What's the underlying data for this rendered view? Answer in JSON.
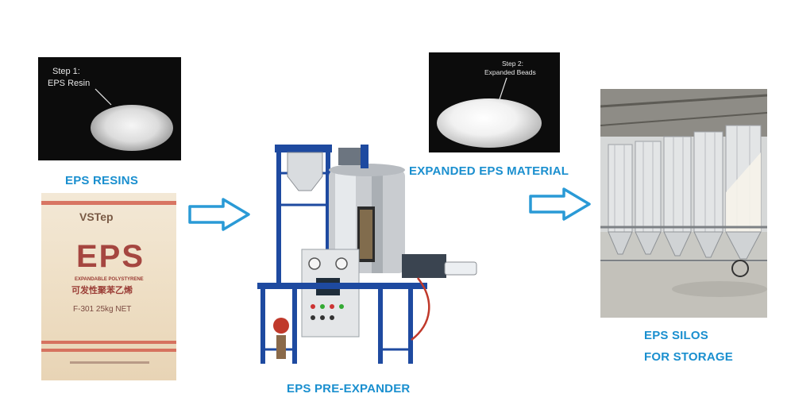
{
  "labels": {
    "resins": "EPS RESINS",
    "expanded": "EXPANDED EPS MATERIAL",
    "pre_expander": "EPS PRE-EXPANDER",
    "silos_line1": "EPS SILOS",
    "silos_line2": "FOR STORAGE"
  },
  "step1": {
    "line1": "Step 1:",
    "line2": "EPS Resin"
  },
  "step2": {
    "line1": "Step 2:",
    "line2": "Expanded Beads"
  },
  "bag": {
    "brand": "VSTep",
    "title": "EPS",
    "subtitle": "EXPANDABLE POLYSTYRENE",
    "chinese": "可发性聚苯乙烯",
    "grade": "F-301  25kg NET"
  },
  "colors": {
    "accent": "#1a8fcf",
    "arrow_fill": "#ffffff",
    "arrow_stroke": "#2a9ad6"
  }
}
